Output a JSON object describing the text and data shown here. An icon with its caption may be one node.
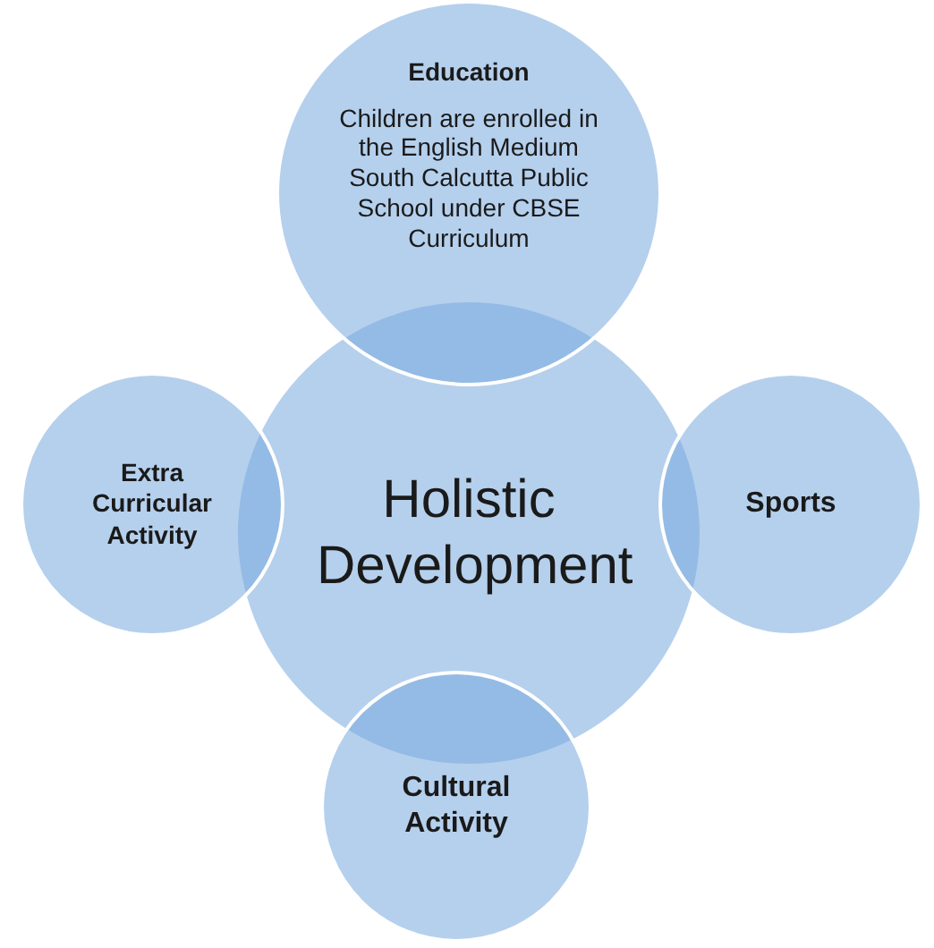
{
  "diagram": {
    "nodes": [
      {
        "text": [
          "Holistic Development"
        ]
      },
      {
        "text": [
          "Education",
          "Children are enrolled in the English Medium South Calcutta Public School under CBSE Curriculum"
        ]
      },
      {
        "text": [
          "Extra Curricular Activity"
        ]
      },
      {
        "text": [
          "Sports"
        ]
      },
      {
        "text": [
          "Cultural Activity"
        ]
      }
    ],
    "edges": []
  }
}
